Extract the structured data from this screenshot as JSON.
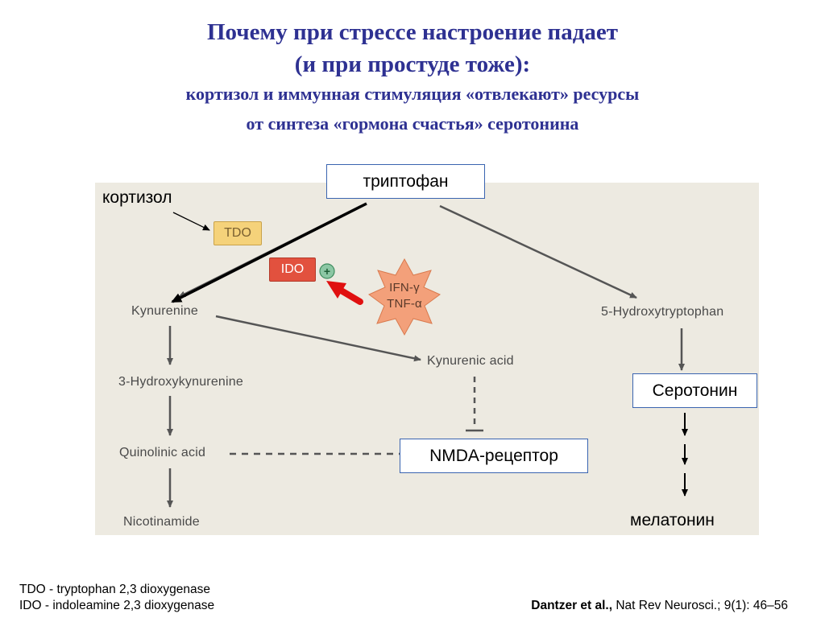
{
  "title": {
    "line1": "Почему при стрессе настроение падает",
    "line2": "(и при простуде тоже):",
    "line3": "кортизол и иммунная стимуляция «отвлекают» ресурсы",
    "line4": "от синтеза «гормона счастья» серотонина"
  },
  "diagram": {
    "tryptophan": "триптофан",
    "cortisol": "кортизол",
    "tdo": "TDO",
    "ido": "IDO",
    "plus": "+",
    "cytokines": {
      "ifn": "IFN-γ",
      "tnf": "TNF-α"
    },
    "kynurenine": "Kynurenine",
    "hydroxykynurenine": "3-Hydroxykynurenine",
    "quinolinic_acid": "Quinolinic acid",
    "nicotinamide": "Nicotinamide",
    "kynurenic_acid": "Kynurenic acid",
    "nmda": "NMDA-рецептор",
    "hydroxytryptophan": "5-Hydroxytryptophan",
    "serotonin": "Серотонин",
    "melatonin": "мелатонин"
  },
  "colors": {
    "title": "#2E3192",
    "panel": "#EDEAE1",
    "tdo_fill": "#F5D27A",
    "ido_fill": "#E2513E",
    "star_fill": "#F3A07A",
    "red_arrow": "#E01010",
    "box_border": "#3A64B0"
  },
  "footer": {
    "tdo_def": "TDO  - tryptophan 2,3 dioxygenase",
    "ido_def": "IDO - indoleamine 2,3 dioxygenase",
    "citation_authors": "Dantzer et al.,",
    "citation_rest": " Nat Rev Neurosci.; 9(1): 46–56"
  }
}
